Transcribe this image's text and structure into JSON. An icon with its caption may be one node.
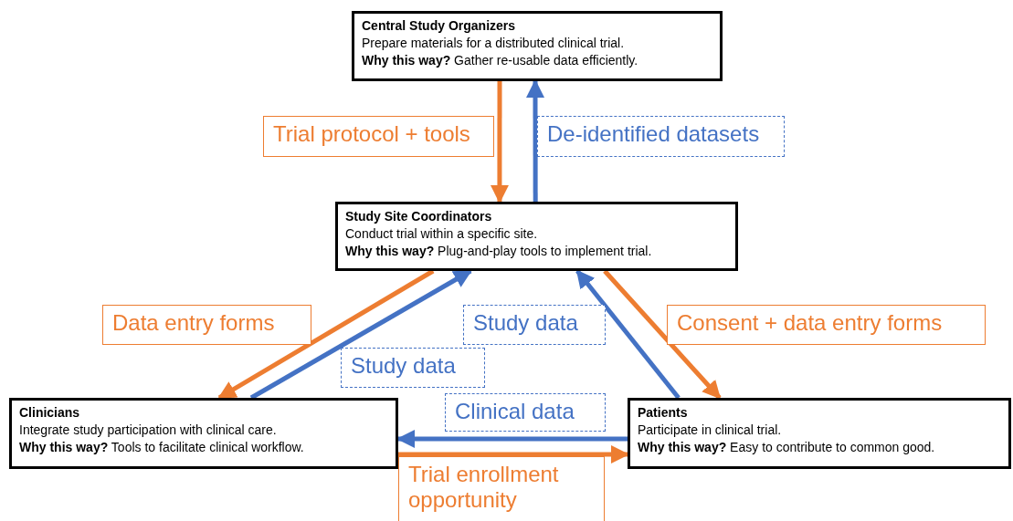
{
  "diagram": {
    "nodes": [
      {
        "text": [
          "Central Study Organizers",
          "Prepare materials for a distributed clinical trial.",
          "**Why this way?** Gather re-usable data efficiently."
        ]
      },
      {
        "text": [
          "Study Site Coordinators",
          "Conduct trial within a specific site.",
          "**Why this way?** Plug-and-play tools to implement trial."
        ]
      },
      {
        "text": [
          "Clinicians",
          "Integrate study participation with clinical care.",
          "**Why this way?** Tools to facilitate clinical workflow."
        ]
      },
      {
        "text": [
          "Patients",
          "Participate in clinical trial.",
          "**Why this way?** Easy to contribute to common good."
        ]
      }
    ],
    "edges": [
      {
        "from": 0,
        "to": 1,
        "arrow": "to",
        "label": "Trial protocol + tools",
        "color": "#ed7d31"
      },
      {
        "from": 1,
        "to": 0,
        "arrow": "to",
        "label": "De-identified datasets",
        "color": "#4472c4"
      },
      {
        "from": 1,
        "to": 2,
        "arrow": "to",
        "label": "Data entry forms",
        "color": "#ed7d31"
      },
      {
        "from": 2,
        "to": 1,
        "arrow": "to",
        "label": "Study data",
        "color": "#4472c4"
      },
      {
        "from": 3,
        "to": 1,
        "arrow": "to",
        "label": "Study data",
        "color": "#4472c4"
      },
      {
        "from": 1,
        "to": 3,
        "arrow": "to",
        "label": "Consent + data entry forms",
        "color": "#ed7d31"
      },
      {
        "from": 3,
        "to": 2,
        "arrow": "to",
        "label": "Clinical data",
        "color": "#4472c4"
      },
      {
        "from": 2,
        "to": 3,
        "arrow": "to",
        "label": "Trial enrollment opportunity",
        "color": "#ed7d31"
      }
    ]
  }
}
